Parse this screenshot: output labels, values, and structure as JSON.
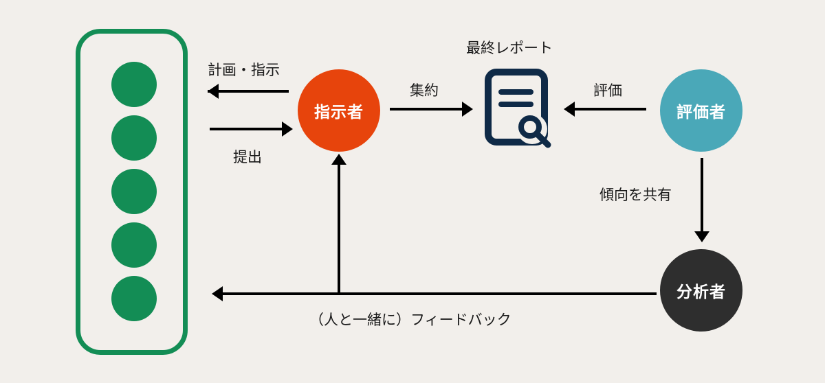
{
  "nodes": {
    "director": {
      "label": "指示者",
      "color": "#e7440c"
    },
    "evaluator": {
      "label": "評価者",
      "color": "#4aa8b8"
    },
    "analyst": {
      "label": "分析者",
      "color": "#2e2e2e"
    }
  },
  "workers": {
    "count": 5,
    "color": "#138d55"
  },
  "report": {
    "title": "最終レポート",
    "icon": "document-search-icon",
    "color": "#0f2a47"
  },
  "edges": {
    "plan_instruct": "計画・指示",
    "submit": "提出",
    "aggregate": "集約",
    "evaluate": "評価",
    "share_trends": "傾向を共有",
    "feedback": "（人と一緒に）フィードバック"
  }
}
